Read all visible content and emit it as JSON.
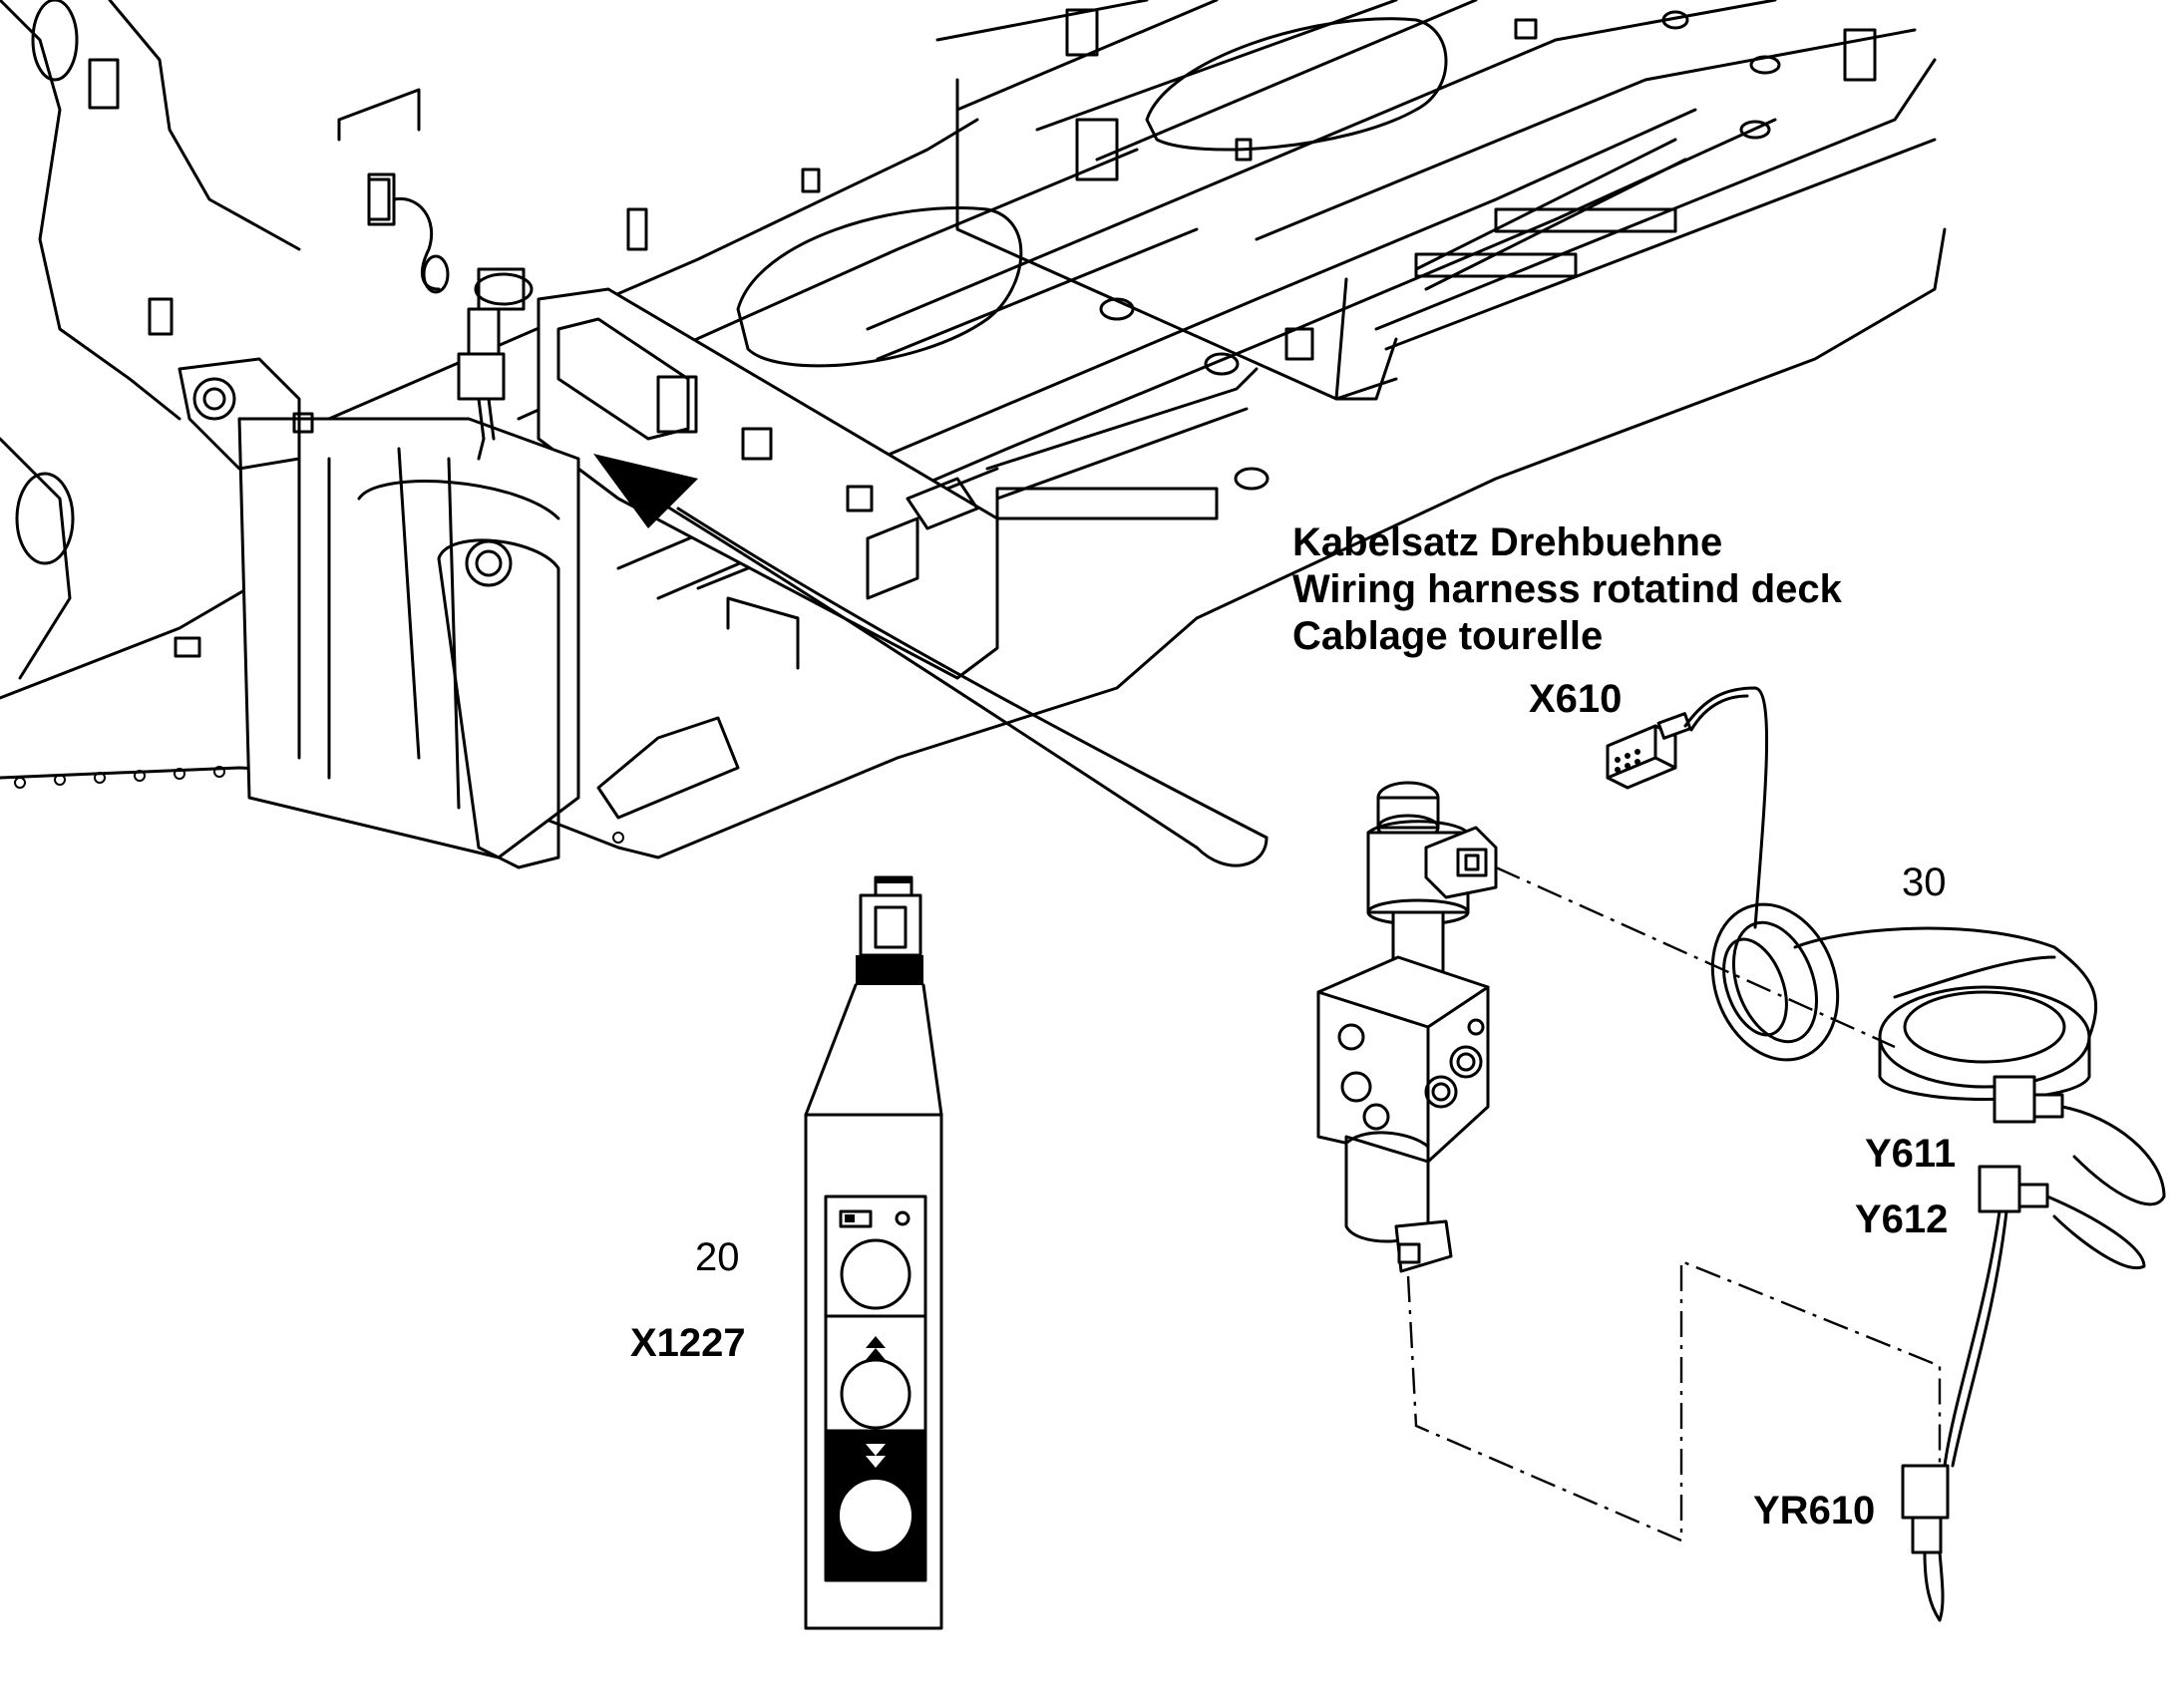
{
  "title_block": {
    "line_de": "Kabelsatz Drehbuehne",
    "line_en": "Wiring harness rotatind deck",
    "line_fr": "Cablage tourelle"
  },
  "callouts": {
    "x610": "X610",
    "item_30": "30",
    "y611": "Y611",
    "y612": "Y612",
    "yr610": "YR610",
    "item_20": "20",
    "x1227": "X1227"
  }
}
